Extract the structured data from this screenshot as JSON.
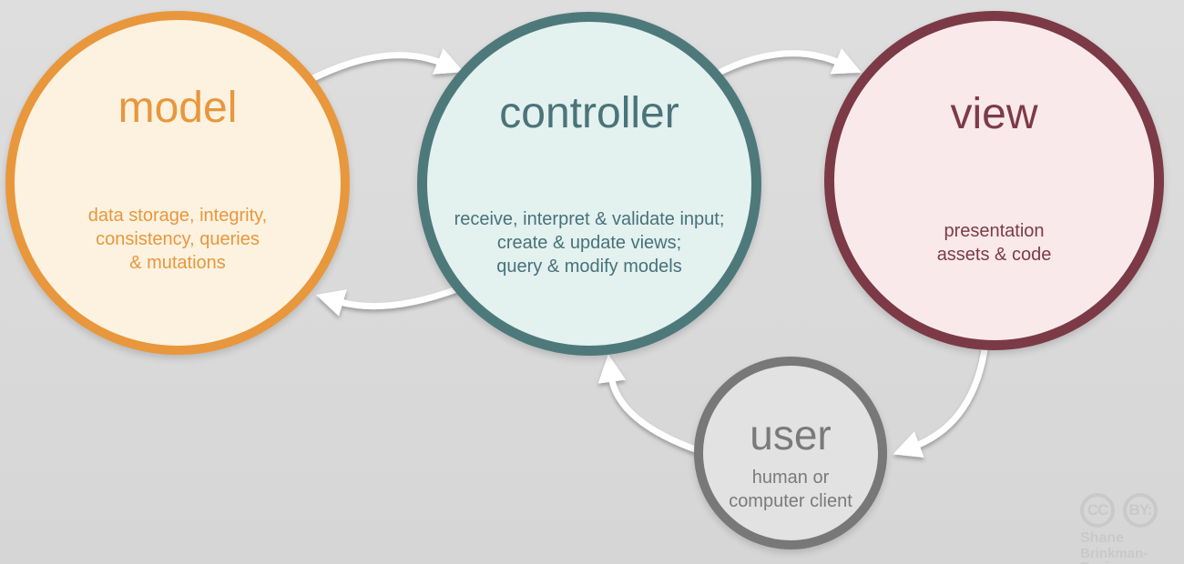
{
  "diagram": {
    "title_semantic": "model-view-controller pattern",
    "background_color": "#dbdbdb",
    "arrow_color": "#ffffff",
    "nodes": [
      {
        "id": "model",
        "label": "model",
        "desc_lines": [
          "data storage, integrity,",
          "consistency, queries",
          "& mutations"
        ],
        "border_color": "#e8973d",
        "fill_color": "#fcf2df",
        "text_color": "#e8973d"
      },
      {
        "id": "controller",
        "label": "controller",
        "desc_lines": [
          "receive, interpret & validate input;",
          "create & update views;",
          "query & modify models"
        ],
        "border_color": "#4e797b",
        "fill_color": "#e3f1ef",
        "text_color": "#4a747a"
      },
      {
        "id": "view",
        "label": "view",
        "desc_lines": [
          "presentation",
          "assets & code"
        ],
        "border_color": "#7b3a46",
        "fill_color": "#f9e9eb",
        "text_color": "#7d3b47"
      },
      {
        "id": "user",
        "label": "user",
        "desc_lines": [
          "human or",
          "computer client"
        ],
        "border_color": "#787878",
        "fill_color": "#e2e2e2",
        "text_color": "#7a7a7a"
      }
    ],
    "edges": [
      {
        "from": "model",
        "to": "controller"
      },
      {
        "from": "controller",
        "to": "view"
      },
      {
        "from": "controller",
        "to": "model"
      },
      {
        "from": "user",
        "to": "controller"
      },
      {
        "from": "view",
        "to": "user"
      }
    ]
  },
  "attribution": {
    "badge_cc": "CC",
    "badge_by": "BY:",
    "author_line1": "Shane",
    "author_line2": "Brinkman-Davis",
    "color": "#c9c9c9"
  }
}
